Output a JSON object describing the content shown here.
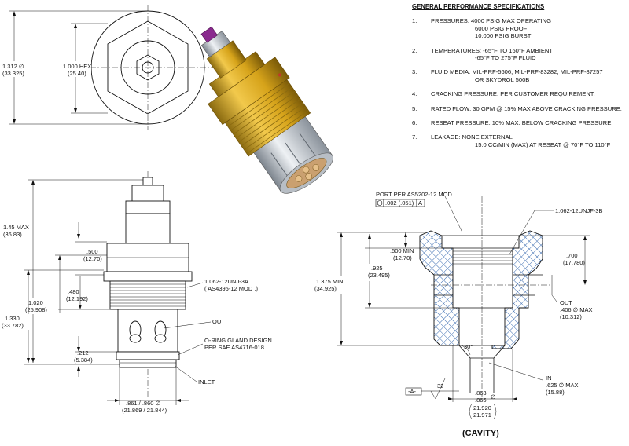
{
  "specs": {
    "title": "GENERAL PERFORMANCE SPECIFICATIONS",
    "items": [
      {
        "num": "1.",
        "lines": [
          "PRESSURES:  4000 PSIG MAX OPERATING",
          "6000 PSIG PROOF",
          "10,000 PSIG BURST"
        ]
      },
      {
        "num": "2.",
        "lines": [
          "TEMPERATURES:  -65°F TO 160°F AMBIENT",
          "-65°F TO 275°F FLUID"
        ]
      },
      {
        "num": "3.",
        "lines": [
          "FLUID MEDIA:  MIL-PRF-5606,  MIL-PRF-83282, MIL-PRF-87257",
          "OR SKYDROL 500B"
        ]
      },
      {
        "num": "4.",
        "lines": [
          "CRACKING PRESSURE: PER CUSTOMER REQUIREMENT."
        ]
      },
      {
        "num": "5.",
        "lines": [
          "RATED FLOW: 30 GPM @ 15% MAX ABOVE CRACKING PRESSURE."
        ]
      },
      {
        "num": "6.",
        "lines": [
          "RESEAT PRESSURE: 10% MAX. BELOW CRACKING PRESSURE."
        ]
      },
      {
        "num": "7.",
        "lines": [
          "LEAKAGE: NONE EXTERNAL",
          "15.0 CC/MIN (MAX) AT RESEAT @ 70°F  TO 110°F"
        ]
      }
    ]
  },
  "top_view": {
    "dia_in": "1.312 ∅",
    "dia_mm": "(33.325)",
    "hex_in": "1.000 HEX",
    "hex_mm": "(25.40)"
  },
  "side_view": {
    "max_in": "1.45 MAX",
    "max_mm": "(36.83)",
    "d500_in": ".500",
    "d500_mm": "(12.70)",
    "d480_in": ".480",
    "d480_mm": "(12.192)",
    "d1020_in": "1.020",
    "d1020_mm": "(25.908)",
    "d1330_in": "1.330",
    "d1330_mm": "(33.782)",
    "d212_in": ".212",
    "d212_mm": "(5.384)",
    "thread_1": "1.062-12UNJ-3A",
    "thread_2": "( AS4395-12 MOD .)",
    "out": "OUT",
    "oring_1": "O-RING GLAND DESIGN",
    "oring_2": "PER SAE AS4716-018",
    "inlet": "INLET",
    "dia_bottom_in": ".861 / .860 ∅",
    "dia_bottom_mm": "(21.869 / 21.844)"
  },
  "cavity": {
    "port": "PORT PER AS5202-12 MOD.",
    "fcf_tol": ".002 (.051)",
    "fcf_datum": "A",
    "thread": "1.062-12UNJF-3B",
    "d500_in": ".500 MIN",
    "d500_mm": "(12.70)",
    "d925_in": ".925",
    "d925_mm": "(23.495)",
    "d1375_in": "1.375 MIN",
    "d1375_mm": "(34.925)",
    "d700_in": ".700",
    "d700_mm": "(17.780)",
    "out": "OUT",
    "out_dia_in": ".406 ∅ MAX",
    "out_dia_mm": "(10.312)",
    "angle": "30°",
    "in": "IN",
    "in_dia_in": ".625 ∅ MAX",
    "in_dia_mm": "(15.88)",
    "datum": "-A-",
    "finish": "32",
    "bore_top": ".863",
    "bore_bot": ".865",
    "bore_sym": "∅",
    "bore_mm_1": "21.920",
    "bore_mm_2": "21.971",
    "caption": "(CAVITY)"
  },
  "colors": {
    "brass": "#d6a31a",
    "steel": "#c9cfd6",
    "crosshatch": "#3a6bb0",
    "plug": "#8a2a8e"
  }
}
